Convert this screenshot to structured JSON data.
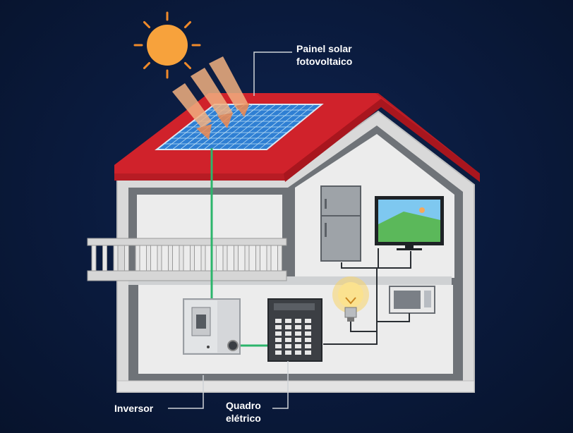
{
  "labels": {
    "solar_panel": [
      "Painel solar",
      "fotovoltaico"
    ],
    "inverter": "Inversor",
    "electrical_panel": [
      "Quadro",
      "elétrico"
    ]
  },
  "colors": {
    "background": "#0a1a3c",
    "roof": "#d0222b",
    "wall": "#e9e9e9",
    "panel": "#2f7fd3",
    "wire": "#2cb56b",
    "sun": "#f7a23c"
  },
  "icons": [
    "sun-icon",
    "solar-panel-icon",
    "inverter-icon",
    "electrical-panel-icon",
    "light-bulb-icon",
    "fridge-icon",
    "tv-icon",
    "microwave-icon"
  ]
}
